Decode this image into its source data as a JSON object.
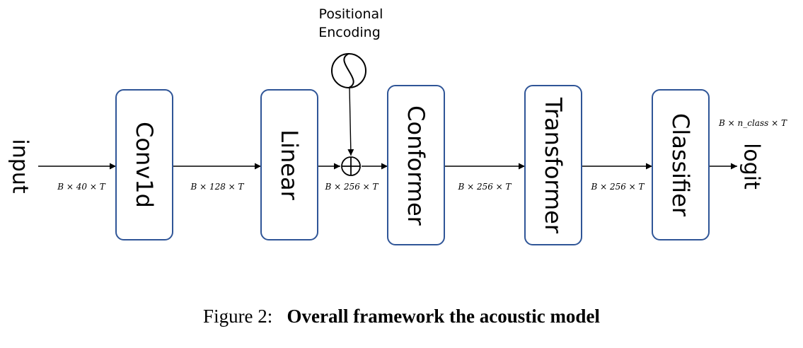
{
  "diagram": {
    "input_label": "input",
    "output_label": "logit",
    "positional_encoding": [
      "Positional",
      "Encoding"
    ],
    "blocks": [
      "Conv1d",
      "Linear",
      "Conformer",
      "Transformer",
      "Classifier"
    ],
    "dims": [
      "B × 40 × T",
      "B × 128 × T",
      "B × 256 × T",
      "B × 256 × T",
      "B × 256 × T",
      "B × n_class × T"
    ]
  },
  "caption": {
    "prefix": "Figure 2:",
    "title": "Overall framework the acoustic model"
  }
}
